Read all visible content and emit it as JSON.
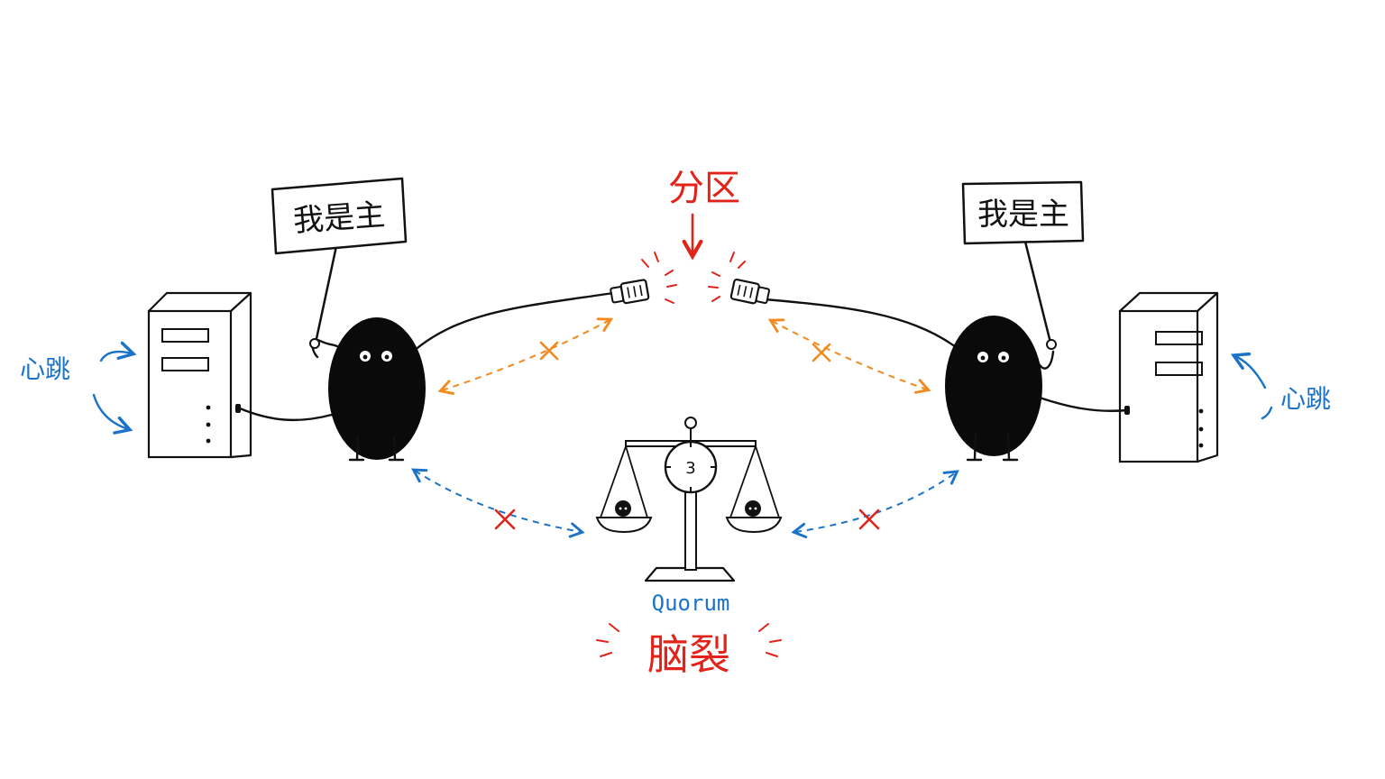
{
  "labels": {
    "partition": "分区",
    "split_brain": "脑裂",
    "quorum": "Quorum",
    "heartbeat_left": "心跳",
    "heartbeat_right": "心跳",
    "sign_left": "我是主",
    "sign_right": "我是主",
    "dial_number": "3"
  },
  "colors": {
    "red": "#e2231a",
    "orange": "#f28a1e",
    "blue": "#1a73c8",
    "ink": "#111111"
  },
  "icons": {
    "left_server": "server-tower-icon",
    "right_server": "server-tower-icon",
    "left_node": "blob-character-icon",
    "right_node": "blob-character-icon",
    "scale": "balance-scale-icon",
    "plug": "network-plug-icon",
    "cross": "x-mark-icon"
  }
}
